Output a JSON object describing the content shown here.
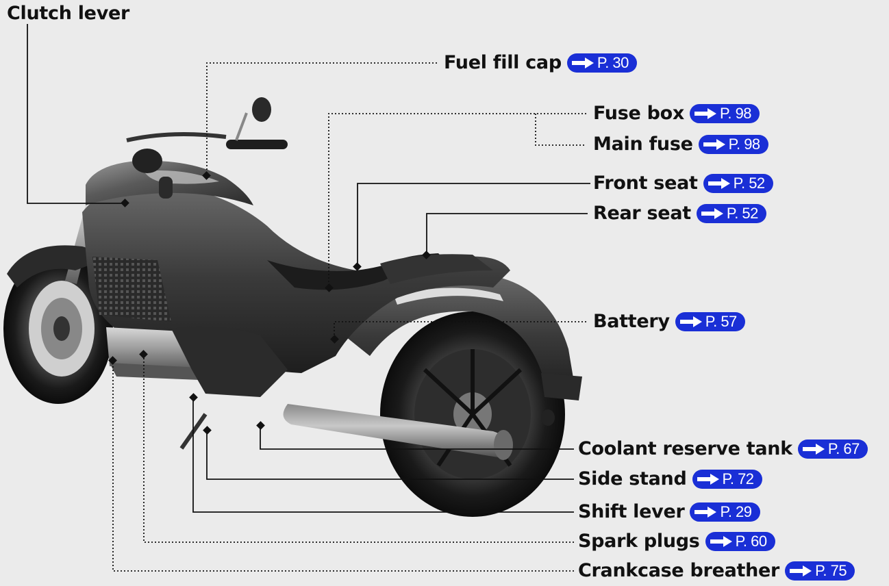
{
  "labels": [
    {
      "id": "clutch-lever",
      "text": "Clutch lever",
      "ref": ""
    },
    {
      "id": "fuel-fill-cap",
      "text": "Fuel fill cap",
      "ref": "P. 30"
    },
    {
      "id": "fuse-box",
      "text": "Fuse box",
      "ref": "P. 98"
    },
    {
      "id": "main-fuse",
      "text": "Main fuse",
      "ref": "P. 98"
    },
    {
      "id": "front-seat",
      "text": "Front seat",
      "ref": "P. 52"
    },
    {
      "id": "rear-seat",
      "text": "Rear seat",
      "ref": "P. 52"
    },
    {
      "id": "battery",
      "text": "Battery",
      "ref": "P. 57"
    },
    {
      "id": "coolant-reserve-tank",
      "text": "Coolant reserve tank",
      "ref": "P. 67"
    },
    {
      "id": "side-stand",
      "text": "Side stand",
      "ref": "P. 72"
    },
    {
      "id": "shift-lever",
      "text": "Shift lever",
      "ref": "P. 29"
    },
    {
      "id": "spark-plugs",
      "text": "Spark plugs",
      "ref": "P. 60"
    },
    {
      "id": "crankcase-breather",
      "text": "Crankcase breather",
      "ref": "P. 75"
    }
  ],
  "colors": {
    "badge": "#1a2fd6",
    "background": "#ebebeb",
    "text": "#111111"
  },
  "icons": {
    "badge_icon": "arrow-right-icon"
  }
}
